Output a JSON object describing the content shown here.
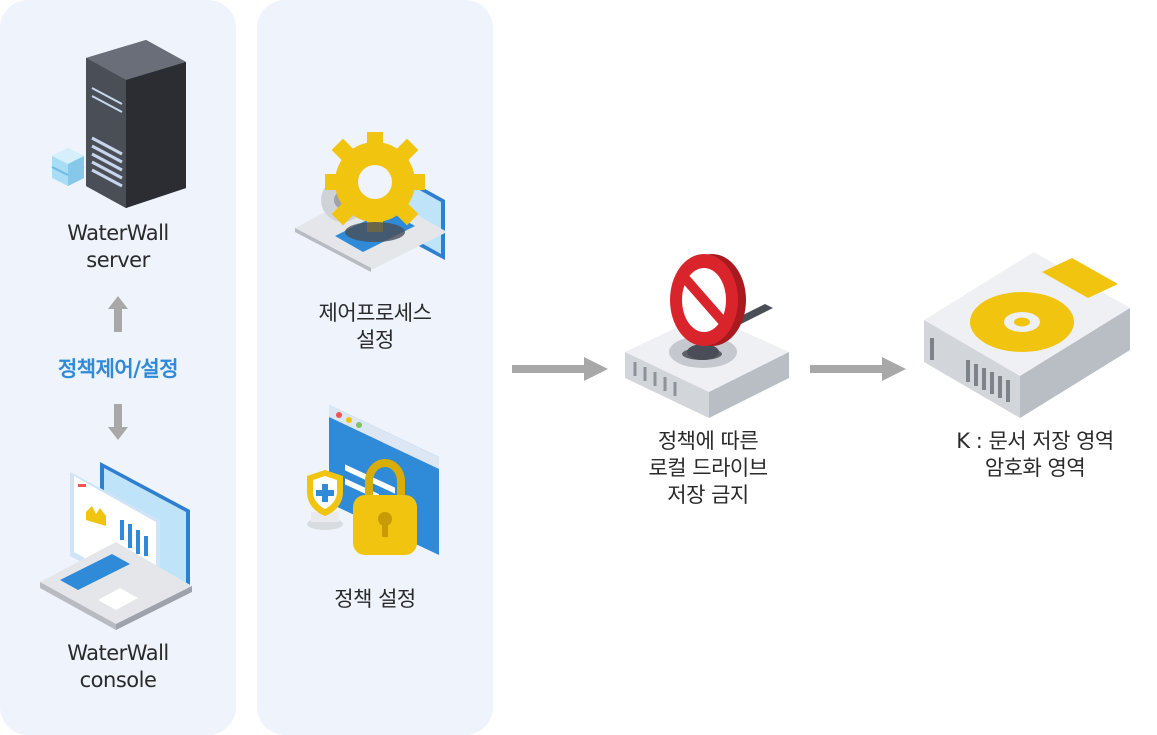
{
  "left_panel": {
    "server_label": "WaterWall\nserver",
    "control_label": "정책제어/설정",
    "console_label": "WaterWall\nconsole"
  },
  "middle_panel": {
    "process_label": "제어프로세스\n설정",
    "policy_label": "정책 설정"
  },
  "flow": {
    "block_label": "정책에 따른\n로컬 드라이브\n저장 금지",
    "encrypt_label": "K : 문서 저장 영역\n암호화 영역"
  },
  "colors": {
    "panel_bg": "#eef3fc",
    "accent_blue": "#2f8ad8",
    "gear_yellow": "#f1c40f",
    "block_red": "#d9242b",
    "arrow_gray": "#a8a8a8"
  },
  "icons": [
    "server-icon",
    "database-icon",
    "arrow-up-icon",
    "arrow-down-icon",
    "console-laptop-icon",
    "gear-laptop-icon",
    "lock-window-icon",
    "shield-icon",
    "arrow-right-icon",
    "blocked-drive-icon",
    "prohibited-icon",
    "encrypted-drive-icon"
  ]
}
